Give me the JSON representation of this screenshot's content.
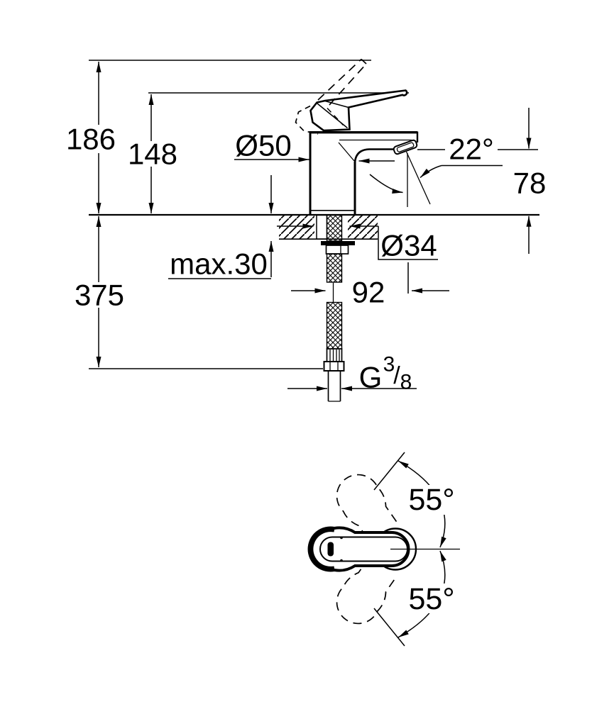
{
  "drawing": {
    "background_color": "#ffffff",
    "line_color": "#000000",
    "side_view": {
      "dim_total_height": "186",
      "dim_spout_body_height": "148",
      "dim_body_diameter": "Ø50",
      "dim_spray_angle": "22°",
      "dim_outlet_height": "78",
      "dim_hole_diameter": "Ø34",
      "dim_deck_thickness": "max.30",
      "dim_hose_length": "375",
      "dim_spout_reach": "92",
      "thread_label": {
        "g": "G",
        "sup": "3",
        "slash": "/",
        "sub": "8"
      }
    },
    "top_view": {
      "dim_lever_swing_up": "55°",
      "dim_lever_swing_down": "55°"
    }
  }
}
